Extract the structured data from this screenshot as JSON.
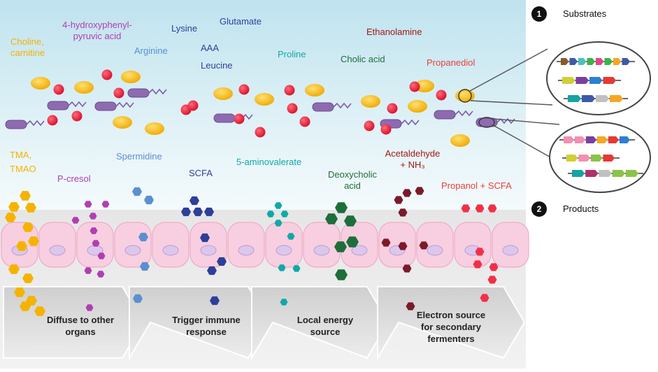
{
  "substrates": [
    {
      "id": "choline",
      "lines": [
        "Choline,",
        "carnitine"
      ],
      "color": "#f5b300"
    },
    {
      "id": "hpp",
      "lines": [
        "4-hydroxyphenyl-",
        "pyruvic acid"
      ],
      "color": "#b03fb0"
    },
    {
      "id": "arginine",
      "lines": [
        "Arginine"
      ],
      "color": "#5b8fd0"
    },
    {
      "id": "lysine",
      "lines": [
        "Lysine"
      ],
      "color": "#2d3f99"
    },
    {
      "id": "glutamate",
      "lines": [
        "Glutamate"
      ],
      "color": "#2d3f99"
    },
    {
      "id": "aaa",
      "lines": [
        "AAA"
      ],
      "color": "#2d3f99"
    },
    {
      "id": "leucine",
      "lines": [
        "Leucine"
      ],
      "color": "#2d3f99"
    },
    {
      "id": "proline",
      "lines": [
        "Proline"
      ],
      "color": "#11a8a8"
    },
    {
      "id": "cholic",
      "lines": [
        "Cholic acid"
      ],
      "color": "#1e6e3a"
    },
    {
      "id": "ethanolamine",
      "lines": [
        "Ethanolamine"
      ],
      "color": "#a01818"
    },
    {
      "id": "propanediol",
      "lines": [
        "Propanediol"
      ],
      "color": "#e84040"
    }
  ],
  "products": [
    {
      "id": "tma",
      "lines": [
        "TMA,",
        "TMAO"
      ],
      "color": "#f5b300"
    },
    {
      "id": "pcresol",
      "lines": [
        "P-cresol"
      ],
      "color": "#b03fb0"
    },
    {
      "id": "spermidine",
      "lines": [
        "Spermidine"
      ],
      "color": "#5b8fd0"
    },
    {
      "id": "scfa",
      "lines": [
        "SCFA"
      ],
      "color": "#2d3f99"
    },
    {
      "id": "aminovalerate",
      "lines": [
        "5-aminovalerate"
      ],
      "color": "#11a8a8"
    },
    {
      "id": "deoxycholic",
      "lines": [
        "Deoxycholic",
        "acid"
      ],
      "color": "#1e6e3a"
    },
    {
      "id": "acetaldehyde",
      "lines": [
        "Acetaldehyde",
        "+ NH₃"
      ],
      "color": "#a01818"
    },
    {
      "id": "propanol",
      "lines": [
        "Propanol + SCFA"
      ],
      "color": "#e84040"
    }
  ],
  "legend": [
    {
      "num": "1",
      "label": "Substrates"
    },
    {
      "num": "2",
      "label": "Products"
    }
  ],
  "outcomes": [
    {
      "id": "diffuse",
      "lines": [
        "Diffuse to other",
        "organs"
      ]
    },
    {
      "id": "immune",
      "lines": [
        "Trigger immune",
        "response"
      ]
    },
    {
      "id": "energy",
      "lines": [
        "Local energy",
        "source"
      ]
    },
    {
      "id": "electron",
      "lines": [
        "Electron source",
        "for secondary",
        "fermenters"
      ]
    }
  ],
  "colors": {
    "gold": "#f5b300",
    "magenta": "#b03fb0",
    "lightblue": "#5b8fd0",
    "navy": "#2d3f99",
    "teal": "#11a8a8",
    "green": "#1e6e3a",
    "darkred": "#8a1a2a",
    "red": "#e84040",
    "bacteria": "#8e6bb0",
    "cell": "#f8cfe0",
    "nucleus": "#dcc7ec"
  },
  "gene_colors": [
    "#8b5a2b",
    "#3c5aa8",
    "#4cc0c0",
    "#3db34a",
    "#e0478b",
    "#f6a623",
    "#e53935",
    "#9c8ec4",
    "#cfcf3a",
    "#7b3ea0",
    "#2b7fd6",
    "#c0c0c0",
    "#f48fb1",
    "#8bc34a",
    "#b0306a",
    "#15a3a3"
  ]
}
